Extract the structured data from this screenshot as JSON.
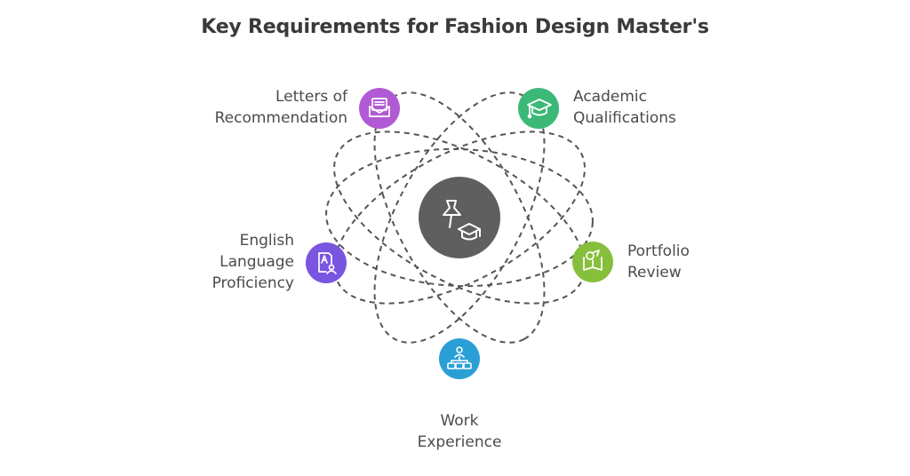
{
  "title": "Key Requirements for Fashion Design Master's",
  "center": {
    "color": "#5f5f5f",
    "icons": [
      "push-pin-icon",
      "graduation-cap-icon"
    ]
  },
  "nodes": [
    {
      "id": "letters",
      "lines": [
        "Letters of",
        "Recommendation"
      ],
      "color": "#b15ad6",
      "icon": "envelope-letter-icon"
    },
    {
      "id": "academic",
      "lines": [
        "Academic",
        "Qualifications"
      ],
      "color": "#3cb877",
      "icon": "graduation-cap-icon"
    },
    {
      "id": "english",
      "lines": [
        "English",
        "Language",
        "Proficiency"
      ],
      "color": "#7a55e0",
      "icon": "language-badge-icon"
    },
    {
      "id": "portfolio",
      "lines": [
        "Portfolio",
        "Review"
      ],
      "color": "#86bf3c",
      "icon": "portfolio-book-icon"
    },
    {
      "id": "work",
      "lines": [
        "Work",
        "Experience"
      ],
      "color": "#2a9fd6",
      "icon": "team-network-icon"
    }
  ]
}
